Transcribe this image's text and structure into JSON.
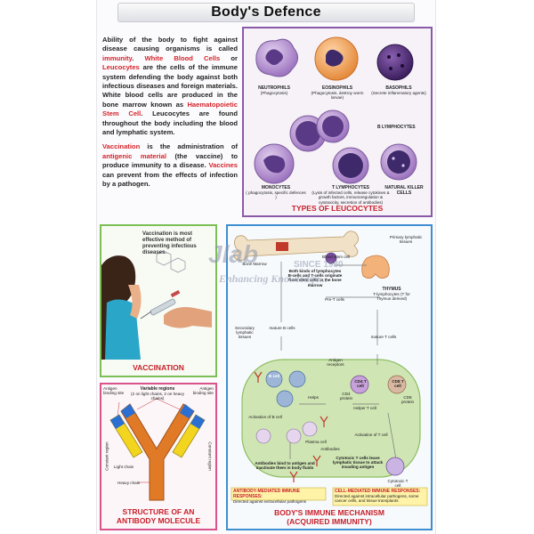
{
  "title": "Body's Defence",
  "intro": {
    "p1": [
      {
        "t": "Ability of the body to fight against disease causing organisms is called "
      },
      {
        "t": "immunity",
        "red": true
      },
      {
        "t": ". "
      },
      {
        "t": "White Blood Cells",
        "red": true
      },
      {
        "t": " or "
      },
      {
        "t": "Leucocytes",
        "red": true
      },
      {
        "t": " are the cells of the immune system defending the body against both infectious diseases and foreign materials. White blood cells are produced in the bone marrow known as "
      },
      {
        "t": "Haematopoietic Stem Cell",
        "red": true
      },
      {
        "t": ". Leucocytes are found throughout the body including the blood and lymphatic system."
      }
    ],
    "p2": [
      {
        "t": "Vaccination",
        "red": true
      },
      {
        "t": " is the administration of "
      },
      {
        "t": "antigenic material",
        "red": true
      },
      {
        "t": " (the vaccine) to produce immunity to a disease. "
      },
      {
        "t": "Vaccines",
        "red": true
      },
      {
        "t": " can prevent from the effects of infection by a pathogen."
      }
    ]
  },
  "leucocytes": {
    "caption": "TYPES OF LEUCOCYTES",
    "neutrophils": {
      "name": "NEUTROPHILS",
      "desc": "(Phagocytosis)"
    },
    "eosinophils": {
      "name": "EOSINOPHILS",
      "desc": "(Phagocytosis, destroy worm larvae)"
    },
    "basophils": {
      "name": "BASOPHILS",
      "desc": "(Secrete inflammatory agents)"
    },
    "b_lymphocytes": {
      "name": "B LYMPHOCYTES"
    },
    "monocytes": {
      "name": "MONOCYTES",
      "desc": "( phagocytosis, specific defences )"
    },
    "t_lymphocytes": {
      "name": "T LYMPHOCYTES",
      "desc": "(Lysis of infected cells, release cytokines & growth factors, immunoregulation & cytotoxicity, secretion of antibodies)"
    },
    "nk_cells": {
      "name": "NATURAL KILLER CELLS"
    }
  },
  "vaccination": {
    "caption": "VACCINATION",
    "note": "Vaccination is most effective method of preventing infectious diseases."
  },
  "antibody": {
    "caption_line1": "STRUCTURE OF AN",
    "caption_line2": "ANTIBODY MOLECULE",
    "antigen_site": "Antigen binding site",
    "variable_regions": "Variable regions",
    "variable_detail": "(2 on light chains, 2 on heavy chains)",
    "antigen_site_right": "Antigen binding site",
    "constant_left": "Constant region",
    "constant_right": "Constant region",
    "light_chain": "Light chain",
    "heavy_chain": "Heavy chain"
  },
  "immune": {
    "caption_line1": "BODY'S IMMUNE MECHANISM",
    "caption_line2": "(ACQUIRED IMMUNITY)",
    "bone_marrow": "Bone Marrow",
    "stem_cell": "Blood stem cell",
    "stem_note": "Both kinds of lymphocytes B-cells and T-cells originate from stem cells in the bone marrow",
    "primary": "Primary lymphatic tissues",
    "thymus": "THYMUS",
    "thymus_detail": "T-lymphocytes (T for Thymus derived)",
    "pre_t": "Pre-T cells",
    "mature_b": "mature B cells",
    "mature_t": "mature T cells",
    "secondary": "Secondary lymphatic tissues",
    "antigen_receptors": "Antigen receptors",
    "b_cell": "B cell",
    "cd4": "CD4 T cell",
    "cd8": "CD8 T cell",
    "cd4_protein": "CD4 protein",
    "cd8_protein": "CD8 protein",
    "helps": "Helps",
    "helper_t": "Helper T cell",
    "activation_b": "Activation of B cell",
    "plasma_cell": "Plasma cell",
    "activation_t": "Activation of T cell",
    "antibodies": "Antibodies",
    "antibodies_bind": "Antibodies bind to antigen and inactivate them in body fluids",
    "cytotoxic_leave": "Cytotoxic T cells leave lymphatic tissue to attack invading antigen",
    "cytotoxic": "Cytotoxic T cell",
    "ab_response_title": "ANTIBODY-MEDIATED IMMUNE RESPONSES:",
    "ab_response_text": "Directed against extracellular pathogens",
    "cell_response_title": "CELL-MEDIATED IMMUNE RESPONSES:",
    "cell_response_text": "Directed against intracellular pathogens, some cancer cells, and tissue transplants"
  },
  "watermark": {
    "brand": "Jlab",
    "since": "SINCE 1980",
    "tagline": "Enhancing Knowledge..."
  },
  "colors": {
    "title_red": "#c8202a",
    "leuco_border": "#8a5aa8",
    "vacc_border": "#7bbf56",
    "anti_border": "#d9538a",
    "immune_border": "#3e8ed0"
  }
}
